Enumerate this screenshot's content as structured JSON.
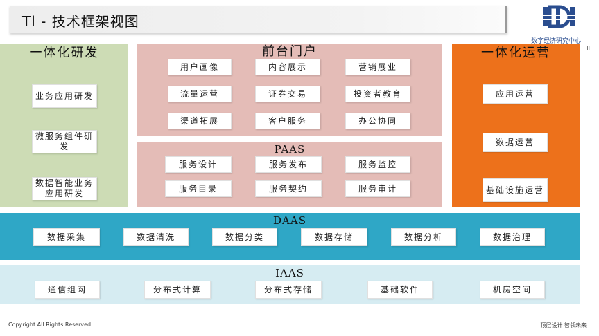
{
  "header": {
    "title": "Tl - 技术框架视图"
  },
  "logo": {
    "caption": "数字经济研究中心"
  },
  "side_mark": "ll",
  "panels": {
    "left": {
      "title": "一体化研发",
      "items": [
        "业务应用研发",
        "微服务组件研发",
        "数据智能业务应用研发"
      ]
    },
    "front": {
      "title": "前台门户",
      "items": [
        "用户画像",
        "内容展示",
        "营销展业",
        "流量运营",
        "证券交易",
        "投资者教育",
        "渠道拓展",
        "客户服务",
        "办公协同"
      ]
    },
    "paas": {
      "title": "PAAS",
      "items": [
        "服务设计",
        "服务发布",
        "服务监控",
        "服务目录",
        "服务契约",
        "服务审计"
      ]
    },
    "right": {
      "title": "一体化运营",
      "items": [
        "应用运营",
        "数据运营",
        "基础设施运营"
      ]
    },
    "daas": {
      "title": "DAAS",
      "items": [
        "数据采集",
        "数据清洗",
        "数据分类",
        "数据存储",
        "数据分析",
        "数据治理"
      ]
    },
    "iaas": {
      "title": "IAAS",
      "items": [
        "通信组网",
        "分布式计算",
        "分布式存储",
        "基础软件",
        "机房空间"
      ]
    }
  },
  "footer": {
    "left": "Copyright  All Rights Reserved.",
    "right": "顶层设计 智领未来"
  },
  "colors": {
    "dev_panel": "#cddcb5",
    "portal_panel": "#e4bcb7",
    "ops_panel": "#ed711b",
    "daas_panel": "#2fa7c6",
    "iaas_panel": "#d6ecf2",
    "logo_blue": "#2a4d8f"
  }
}
